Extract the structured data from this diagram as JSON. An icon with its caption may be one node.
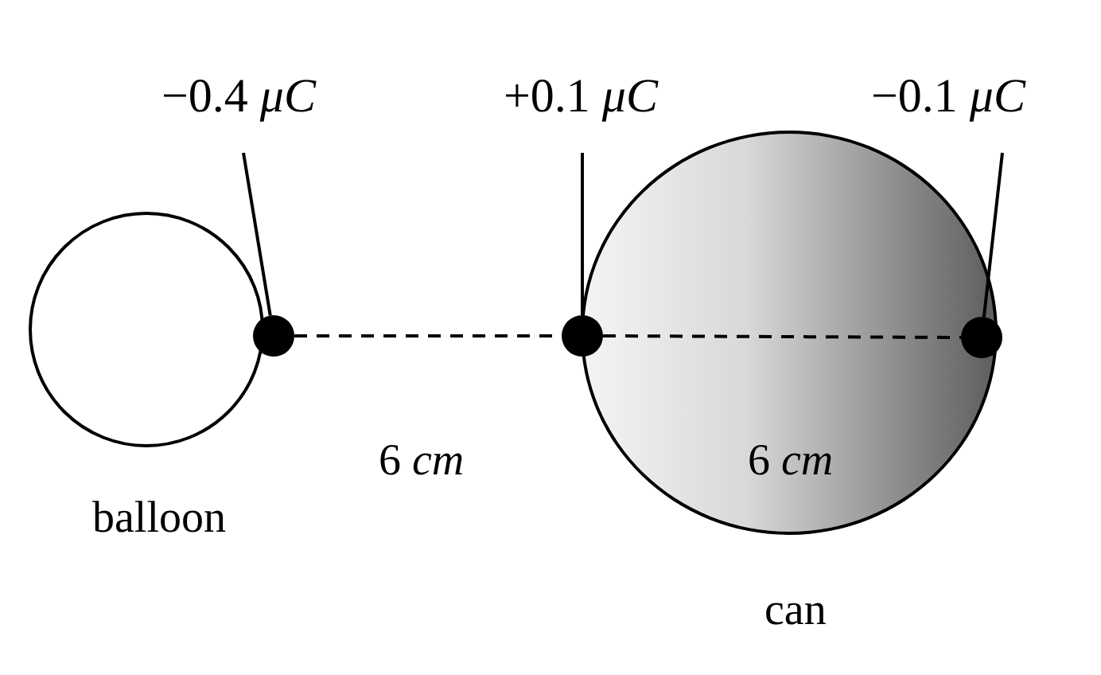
{
  "diagram": {
    "nodes": [
      {
        "text": [],
        "shape": "circle",
        "beside": [
          "balloon"
        ]
      },
      {
        "text": [],
        "shape": "circle",
        "beside": [
          "can"
        ]
      },
      {
        "text": [
          "−0.4 *μC*"
        ]
      },
      {
        "text": [],
        "shape": "circle"
      },
      {
        "text": [
          "+0.1 *μC*"
        ]
      },
      {
        "text": [],
        "shape": "circle"
      },
      {
        "text": [
          "−0.1 *μC*"
        ]
      },
      {
        "text": [],
        "shape": "circle"
      }
    ],
    "edges": [
      {
        "from": 2,
        "to": 3,
        "arrow": "none"
      },
      {
        "from": 4,
        "to": 5,
        "arrow": "none"
      },
      {
        "from": 6,
        "to": 7,
        "arrow": "none"
      }
    ],
    "labels": [
      "6 *cm*",
      "6 *cm*"
    ]
  }
}
